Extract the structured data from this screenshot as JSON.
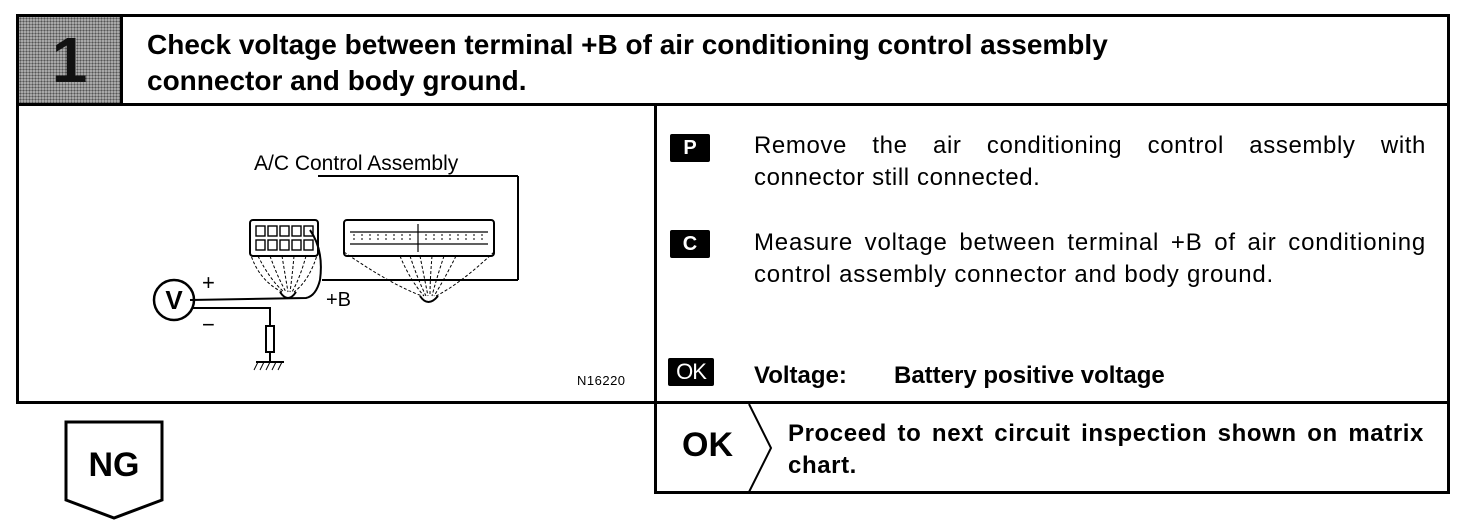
{
  "header": {
    "step_number": "1",
    "title_line1": "Check voltage between terminal +B of air conditioning control assembly",
    "title_line2": "connector and body ground."
  },
  "diagram": {
    "assembly_label": "A/C Control Assembly",
    "meter_symbol": "V",
    "plus_sign": "+",
    "minus_sign": "−",
    "terminal_label": "+B",
    "figure_id": "N16220"
  },
  "steps": [
    {
      "badge": "P",
      "text": "Remove the air conditioning control assembly with connector still connected."
    },
    {
      "badge": "C",
      "text": "Measure voltage between terminal +B of air conditioning control assembly connector and body ground."
    }
  ],
  "ok_spec": {
    "badge": "OK",
    "label": "Voltage:",
    "value": "Battery positive voltage"
  },
  "ok_result": {
    "label": "OK",
    "text": "Proceed to next circuit inspection shown on matrix chart."
  },
  "ng": {
    "label": "NG"
  }
}
